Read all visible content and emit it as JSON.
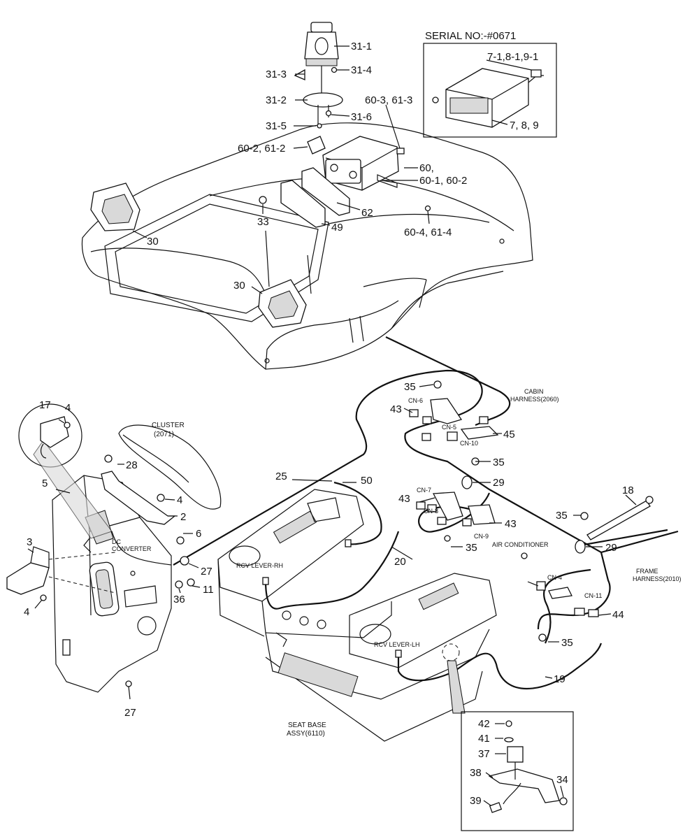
{
  "serial_box": {
    "title": "SERIAL NO:-#0671",
    "label_top": "7-1,8-1,9-1",
    "label_bottom": "7, 8, 9"
  },
  "notes": {
    "cluster": "CLUSTER",
    "cluster_no": "(2071)",
    "dc_converter_1": "DC",
    "dc_converter_2": "CONVERTER",
    "cabin_1": "CABIN",
    "cabin_2": "HARNESS(2060)",
    "frame_1": "FRAME",
    "frame_2": "HARNESS(2010)",
    "air_con": "AIR CONDITIONER",
    "rcv_rh": "RCV LEVER-RH",
    "rcv_lh": "RCV LEVER-LH",
    "seat_1": "SEAT BASE",
    "seat_2": "ASSY(6110)"
  },
  "connectors": [
    "CN-6",
    "CN-5",
    "CN-10",
    "CN-7",
    "CN-8",
    "CN-9",
    "CN-4",
    "CN-11"
  ],
  "callouts": [
    "31-1",
    "31-3",
    "31-4",
    "31-2",
    "31-6",
    "31-5",
    "60-3, 61-3",
    "60-2, 61-2",
    "60,",
    "60-1, 60-2",
    "62",
    "33",
    "49",
    "60-4, 61-4",
    "30",
    "30",
    "35",
    "43",
    "45",
    "35",
    "29",
    "18",
    "35",
    "29",
    "43",
    "43",
    "35",
    "44",
    "35",
    "19",
    "17",
    "4",
    "28",
    "5",
    "25",
    "50",
    "4",
    "2",
    "6",
    "27",
    "3",
    "4",
    "27",
    "20",
    "36",
    "11",
    "42",
    "41",
    "37",
    "38",
    "34",
    "39"
  ]
}
